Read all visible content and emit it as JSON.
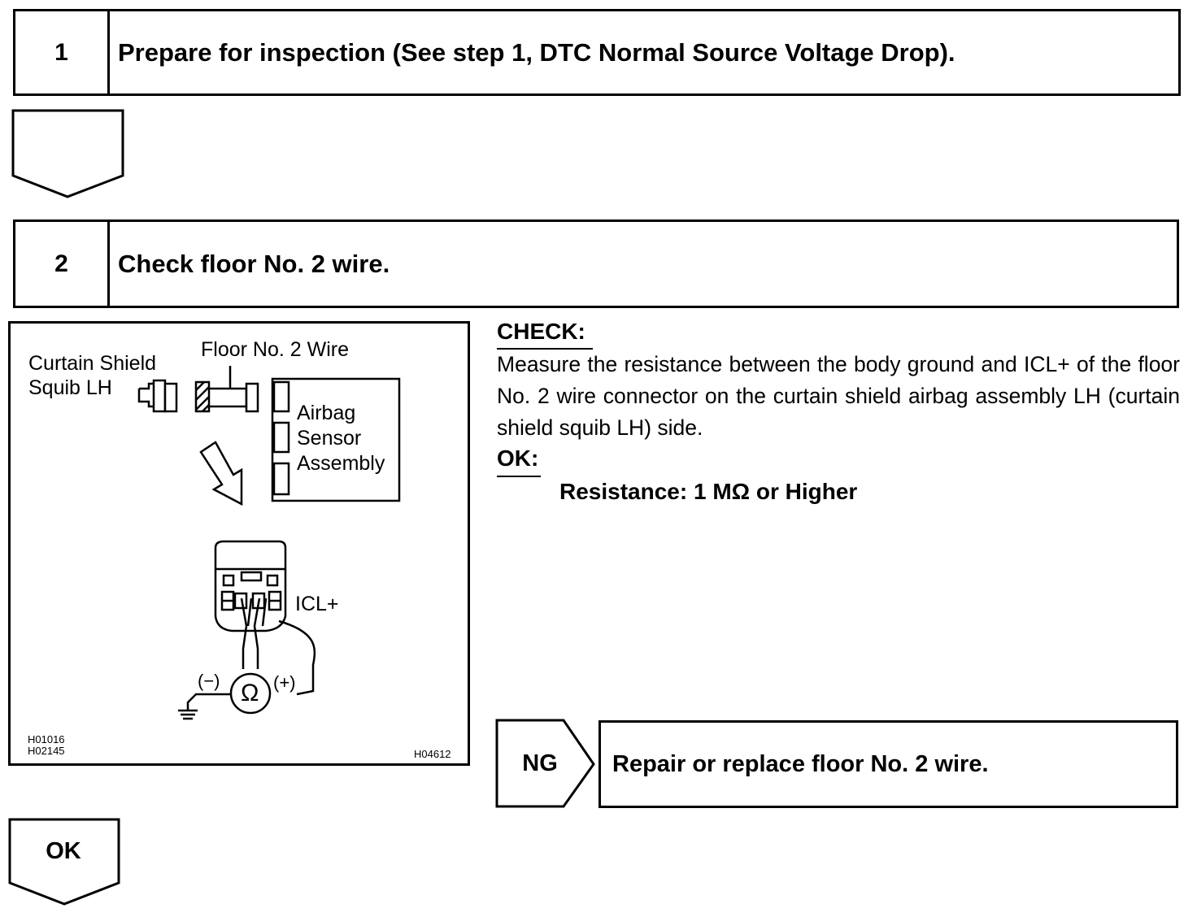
{
  "steps": [
    {
      "number": "1",
      "title": "Prepare for inspection (See step 1, DTC Normal Source Voltage Drop)."
    },
    {
      "number": "2",
      "title": "Check floor No. 2 wire."
    }
  ],
  "figure": {
    "label_curtain_shield": "Curtain Shield",
    "label_squib_lh": "Squib LH",
    "label_floor_wire": "Floor No. 2 Wire",
    "label_airbag": "Airbag",
    "label_sensor": "Sensor",
    "label_assembly": "Assembly",
    "label_icl": "ICL+",
    "label_minus": "(−)",
    "label_plus": "(+)",
    "label_ohm": "Ω",
    "code_1": "H01016",
    "code_2": "H02145",
    "code_3": "H04612"
  },
  "check": {
    "heading": "CHECK:",
    "body": "Measure the resistance between the body ground and ICL+ of the floor No. 2 wire connector on the curtain shield airbag as­sembly LH (curtain shield squib LH) side.",
    "ok_heading": "OK:",
    "spec": "Resistance: 1 MΩ or Higher"
  },
  "ng": {
    "label": "NG",
    "action": "Repair or replace floor No. 2 wire."
  },
  "ok_label": "OK"
}
